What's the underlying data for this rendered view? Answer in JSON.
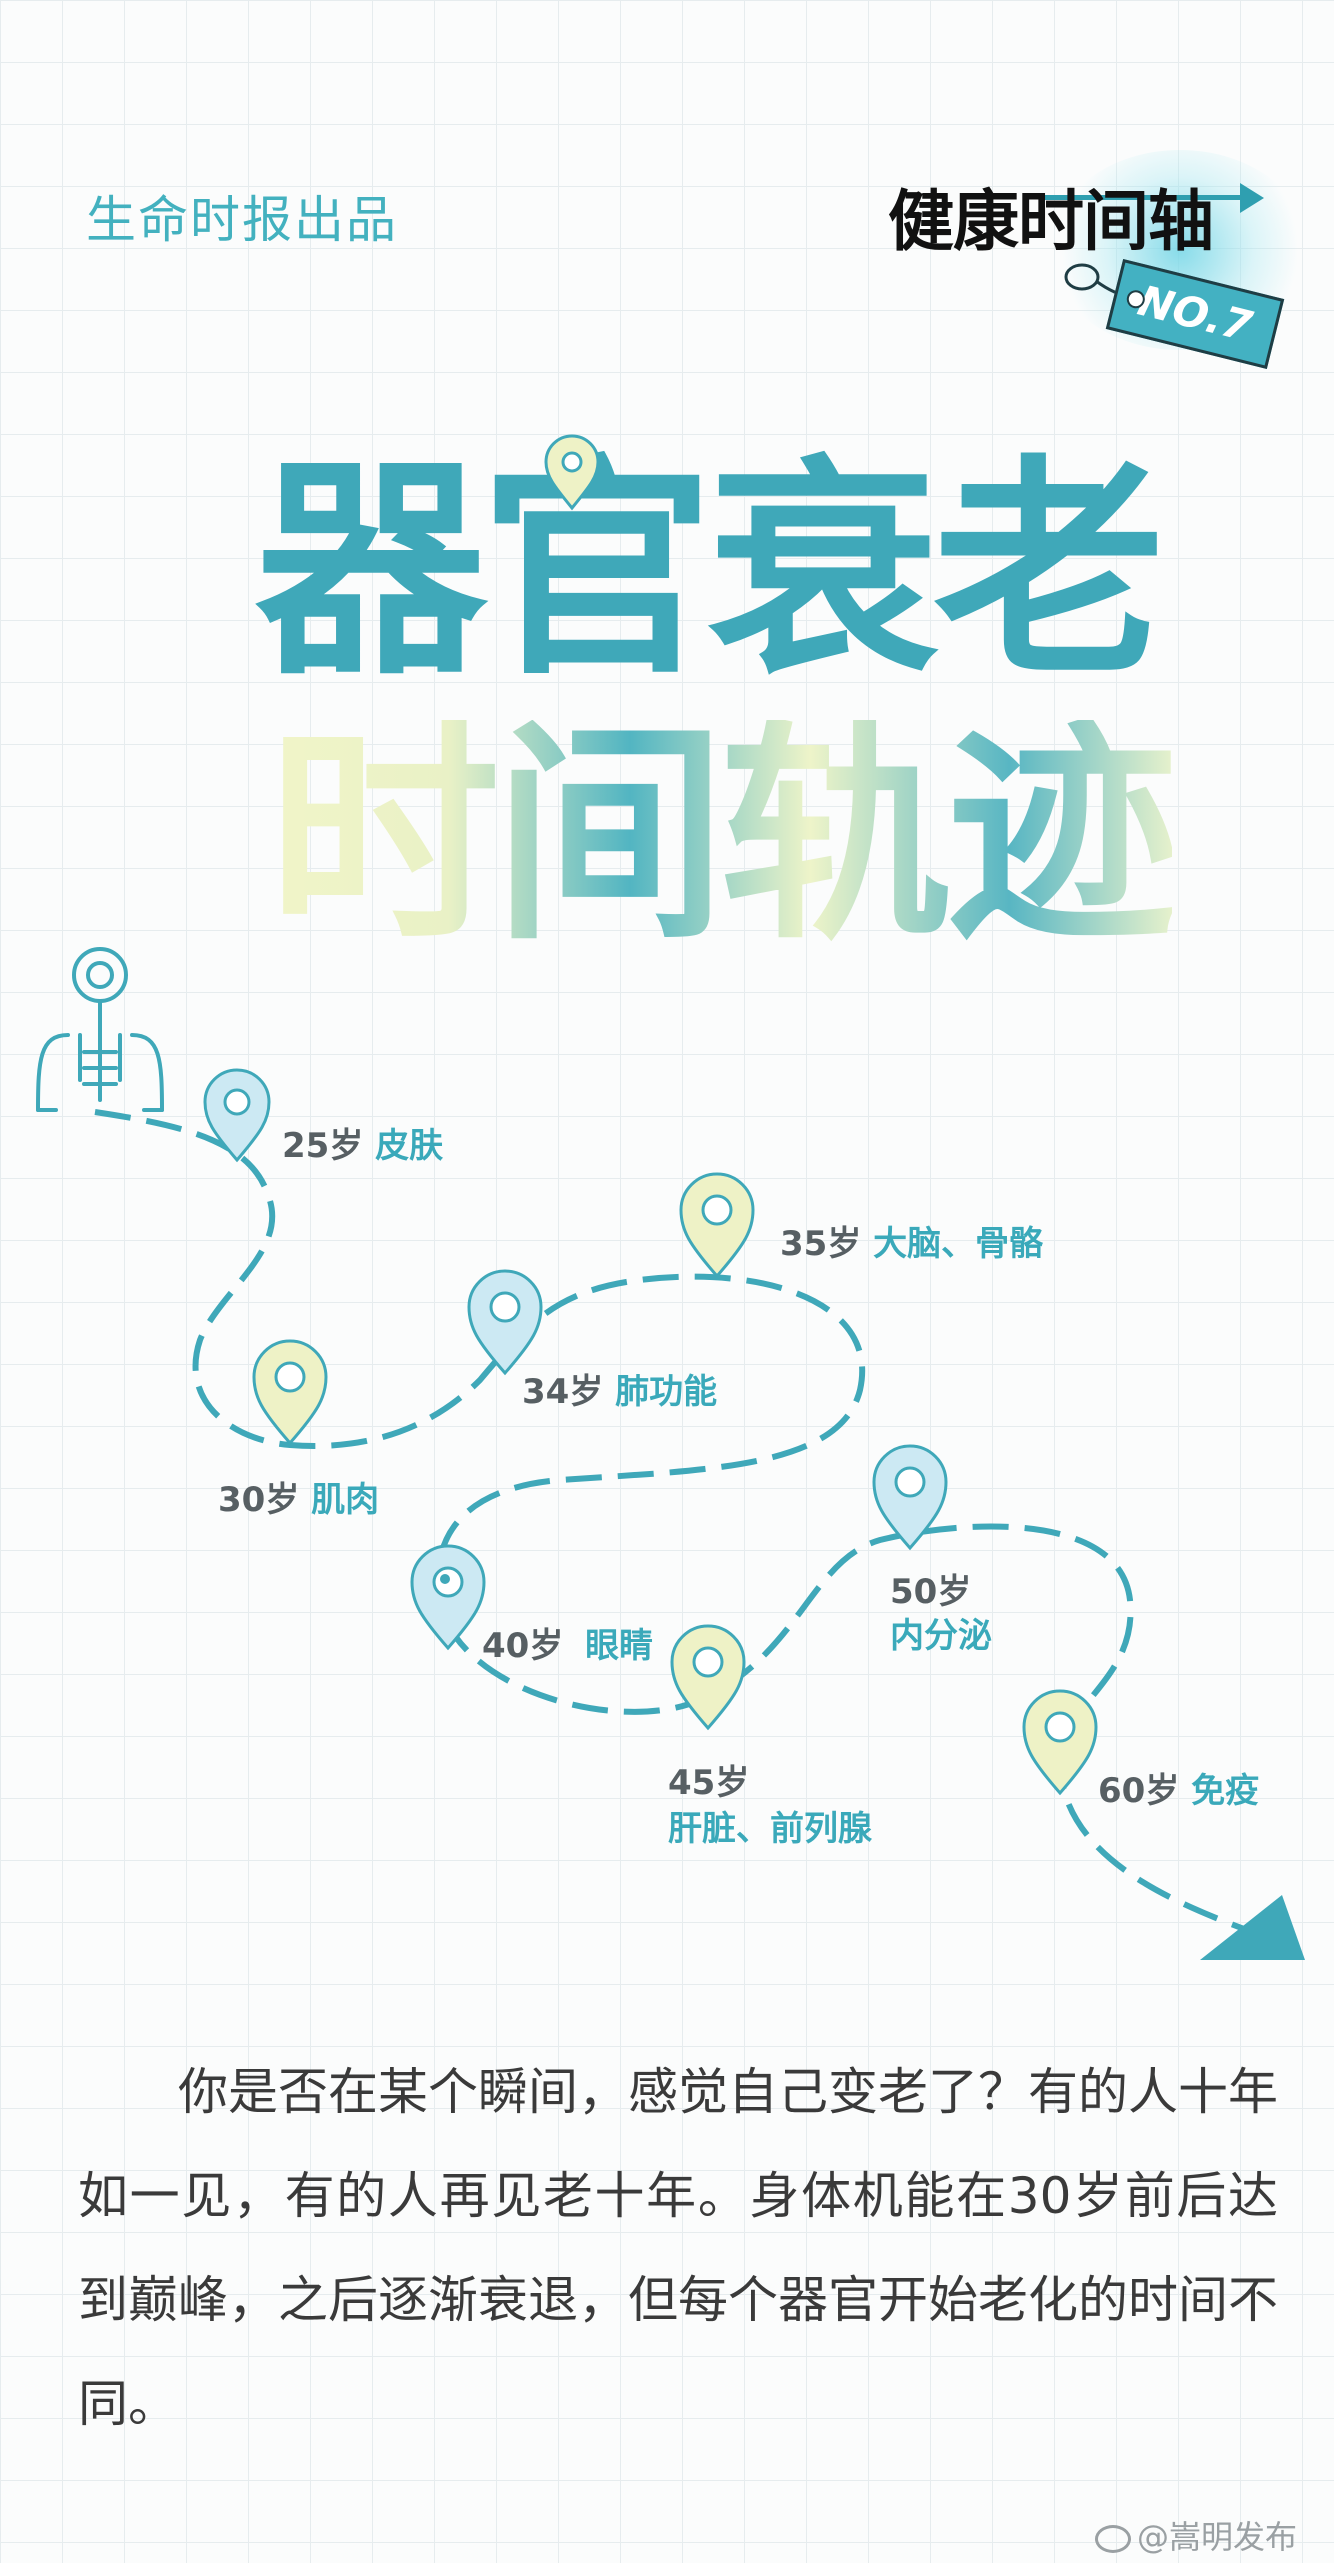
{
  "header": {
    "publisher": "生命时报出品",
    "series_title": "健康时间轴",
    "series_tag": "NO.7"
  },
  "title": {
    "line1": "器官衰老",
    "line2": "时间轨迹"
  },
  "timeline": [
    {
      "age": "25岁",
      "organ": "皮肤"
    },
    {
      "age": "30岁",
      "organ": "肌肉"
    },
    {
      "age": "34岁",
      "organ": "肺功能"
    },
    {
      "age": "35岁",
      "organ": "大脑、骨骼"
    },
    {
      "age": "40岁",
      "organ": "眼睛"
    },
    {
      "age": "45岁",
      "organ": "肝脏、前列腺"
    },
    {
      "age": "50岁",
      "organ": "内分泌"
    },
    {
      "age": "60岁",
      "organ": "免疫"
    }
  ],
  "body_text": "你是否在某个瞬间，感觉自己变老了？有的人十年如一见，有的人再见老十年。身体机能在30岁前后达到巅峰，之后逐渐衰退，但每个器官开始老化的时间不同。",
  "watermark": "@嵩明发布",
  "colors": {
    "teal": "#3fa8b9",
    "light_blue": "#cce9f3",
    "pale_yellow": "#eef2c6",
    "dark_gray": "#575f63"
  },
  "icons": [
    "human-body-icon",
    "location-pin-icon",
    "arrow-right-icon",
    "weibo-icon"
  ]
}
